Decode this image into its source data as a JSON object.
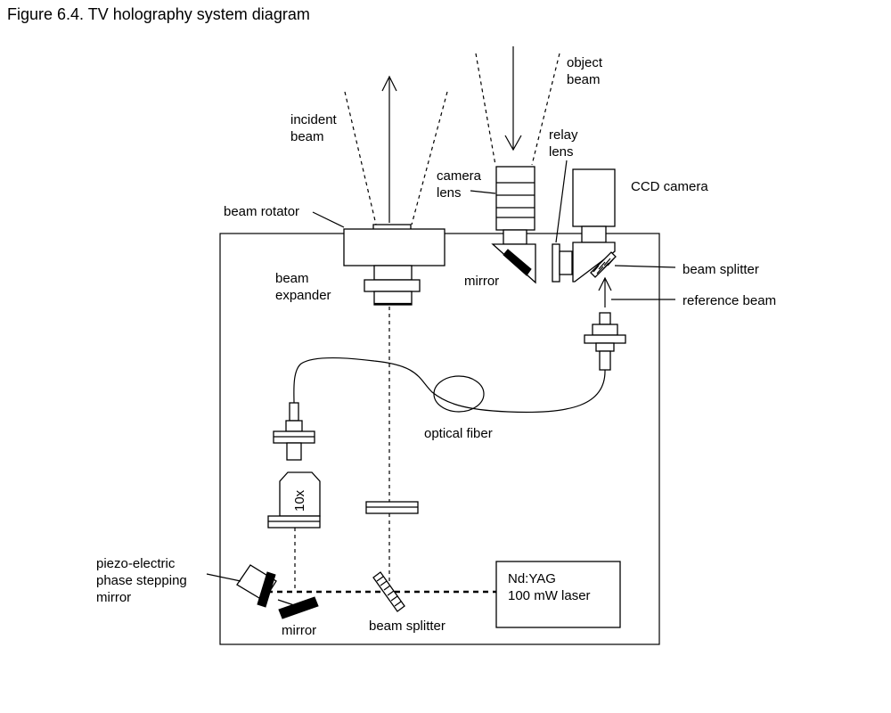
{
  "figure": {
    "title": "Figure 6.4.  TV holography system diagram"
  },
  "labels": {
    "incident_beam": [
      "incident",
      "beam"
    ],
    "object_beam": [
      "object",
      "beam"
    ],
    "relay_lens": [
      "relay",
      "lens"
    ],
    "camera_lens": [
      "camera",
      "lens"
    ],
    "ccd_camera": "CCD camera",
    "beam_rotator": "beam rotator",
    "beam_expander": [
      "beam",
      "expander"
    ],
    "mirror_top": "mirror",
    "beam_splitter_top": "beam splitter",
    "reference_beam": "reference beam",
    "optical_fiber": "optical fiber",
    "objective": "10x",
    "piezo_mirror": [
      "piezo-electric",
      "phase stepping",
      "mirror"
    ],
    "mirror_bottom": "mirror",
    "beam_splitter_bottom": "beam splitter",
    "laser": [
      "Nd:YAG",
      "100 mW laser"
    ]
  }
}
